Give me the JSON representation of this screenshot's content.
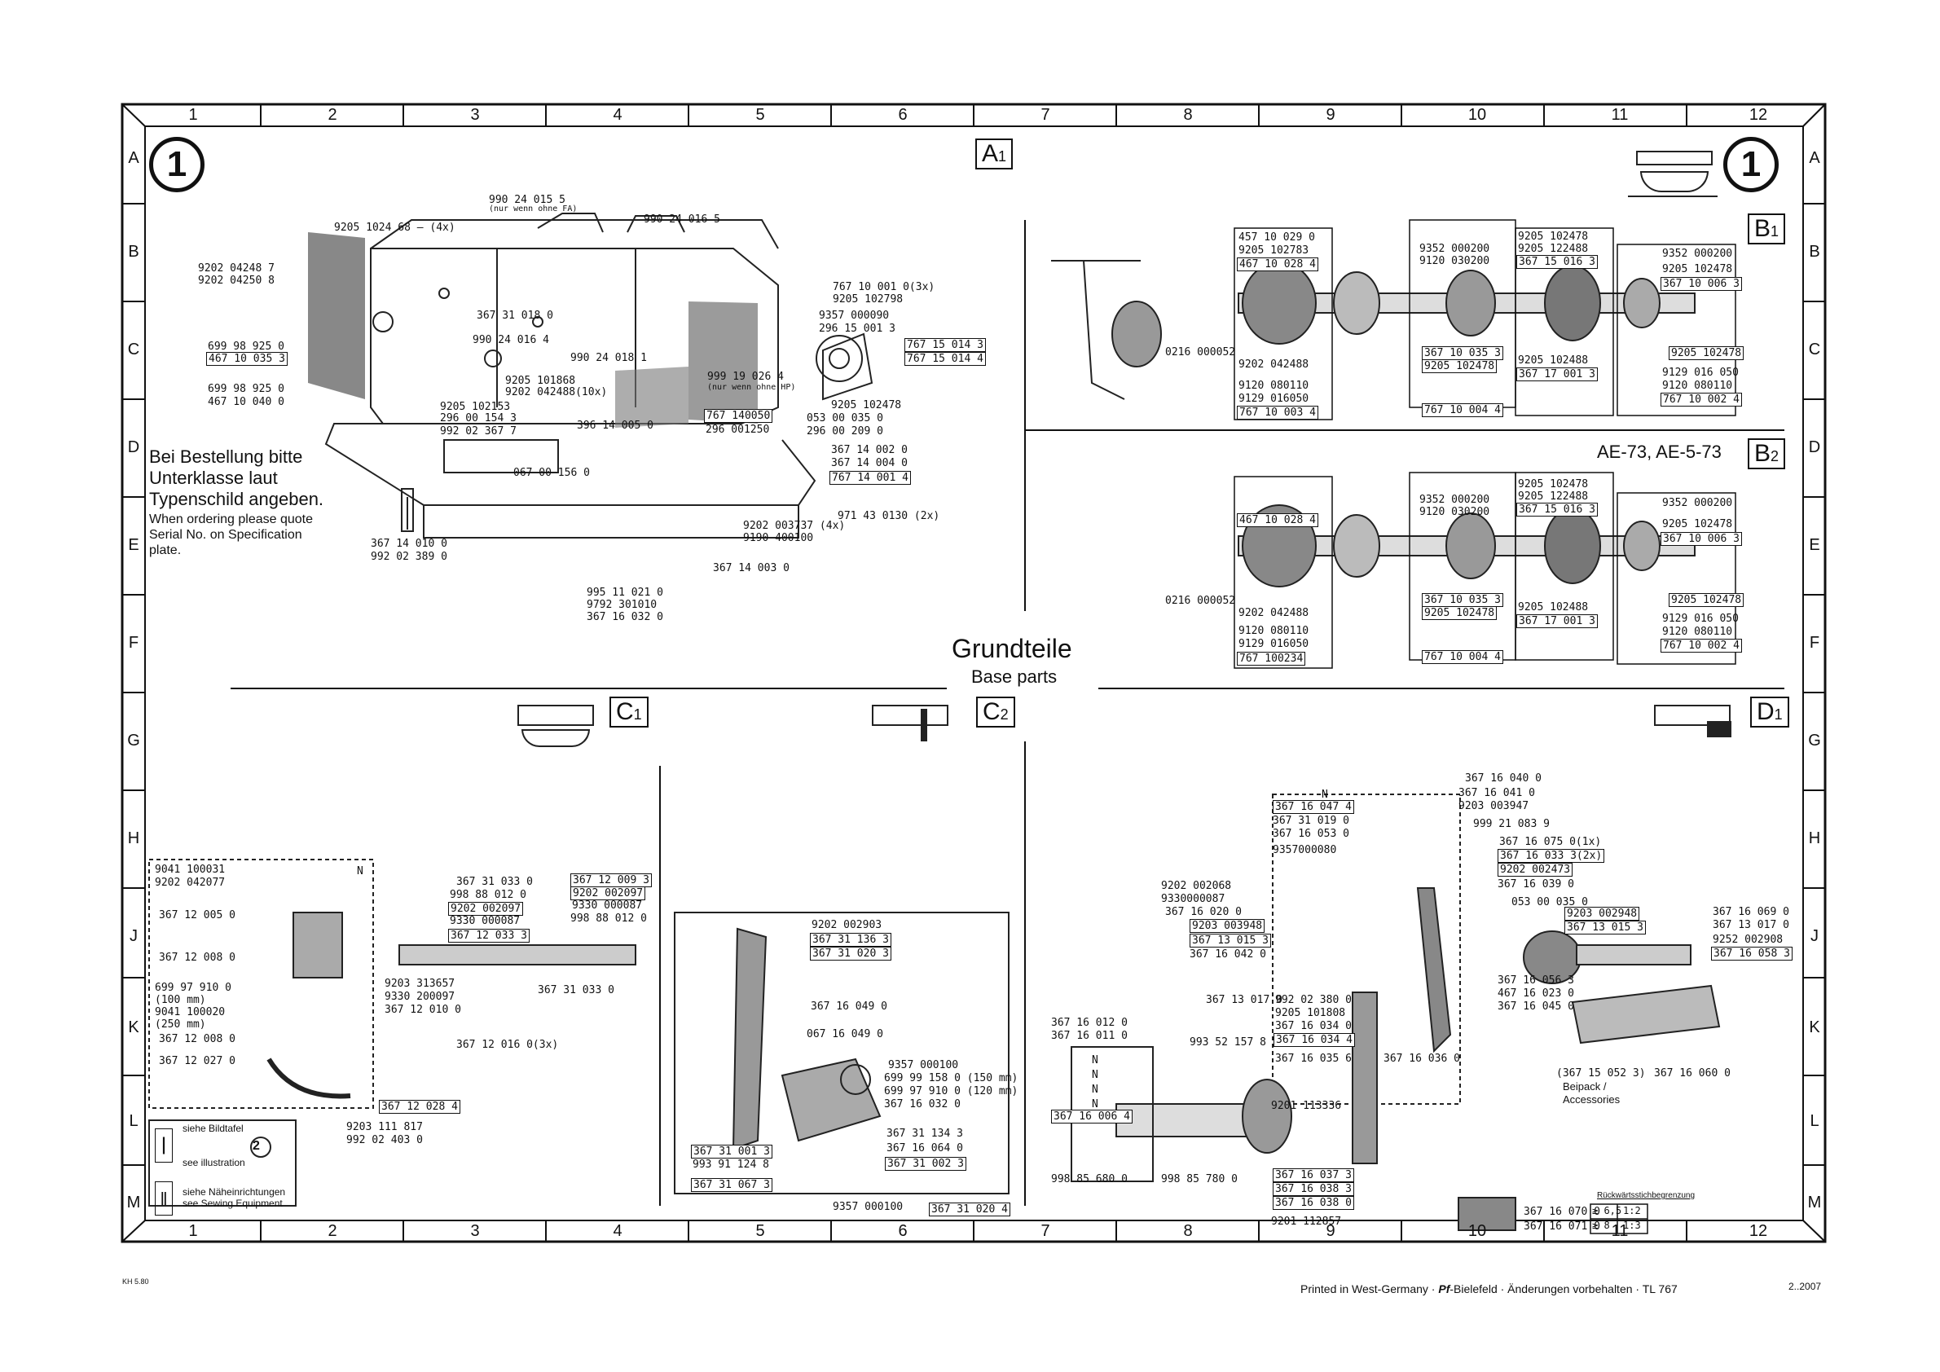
{
  "sheet": {
    "number": "1",
    "title_de": "Grundteile",
    "title_en": "Base parts",
    "columns": [
      "1",
      "2",
      "3",
      "4",
      "5",
      "6",
      "7",
      "8",
      "9",
      "10",
      "11",
      "12"
    ],
    "rows": [
      "A",
      "B",
      "C",
      "D",
      "E",
      "F",
      "G",
      "H",
      "J",
      "K",
      "L",
      "M"
    ],
    "footer": "Printed in West-Germany · ",
    "footer_logo": "Pf",
    "footer_rest": "-Bielefeld · Änderungen vorbehalten · TL 767",
    "footer_date": "2..2007",
    "corner_code": "KH 5.80",
    "order_note_de": [
      "Bei Bestellung bitte",
      "Unterklasse laut",
      "Typenschild angeben."
    ],
    "order_note_en": [
      "When ordering please quote",
      "Serial No. on Specification",
      "plate."
    ],
    "b2_models": "AE-73, AE-5-73"
  },
  "sections": {
    "a1": {
      "letter": "A",
      "sub": "1"
    },
    "b1": {
      "letter": "B",
      "sub": "1"
    },
    "b2": {
      "letter": "B",
      "sub": "2"
    },
    "c1": {
      "letter": "C",
      "sub": "1"
    },
    "c2": {
      "letter": "C",
      "sub": "2"
    },
    "d1": {
      "letter": "D",
      "sub": "1"
    }
  },
  "a1_labels": [
    "990 24 015 5",
    "(nur wenn ohne FA)",
    "9205 1024 68 — (4x)",
    "990 24 016 5",
    "9202 04248 7",
    "9202 04250 8",
    "699 98 925 0",
    "467 10 035 3",
    "699 98 925 0",
    "467 10 040 0",
    "367 31 018 0",
    "990 24 016 4",
    "990 24 018 1",
    "9205 101868",
    "9202 042488(10x)",
    "9205 102153",
    "296 00 154 3",
    "992 02 367 7",
    "767 10 001 0(3x)",
    "9205 102798",
    "9357 000090",
    "296 15 001 3",
    "767 15 014 3",
    "767 15 014 4",
    "999 19 026 4",
    "(nur wenn ohne HP)",
    "767 140050",
    "296 001250",
    "9205 102478",
    "053 00 035 0",
    "296 00 209 0",
    "396 14 005 0",
    "067 00 156 0",
    "367 14 002 0",
    "367 14 004 0",
    "767 14 001 4",
    "971 43 0130 (2x)",
    "9202 003737 (4x)",
    "9190 400100",
    "367 14 010 0",
    "992 02 389 0",
    "367 14 003 0",
    "995 11 021 0",
    "9792 301010",
    "367 16 032 0"
  ],
  "b1_labels": [
    "457 10 029 0",
    "9205 102783",
    "467 10 028 4",
    "9352 000200",
    "9120 030200",
    "9205 102478",
    "9205 122488",
    "367 15 016 3",
    "9352 000200",
    "9205 102478",
    "367 10 006 3",
    "0216 000052",
    "367 10 035 3",
    "9205 102478",
    "9205 102488",
    "367 17 001 3",
    "9205 102478",
    "9129 016 050",
    "9120 080110",
    "767 10 002 4",
    "9202 042488",
    "9120 080110",
    "9129 016050",
    "767 10 003 4",
    "767 10 004 4"
  ],
  "b2_labels": [
    "467 10 028 4",
    "9352 000200",
    "9120 030200",
    "9205 102478",
    "9205 122488",
    "367 15 016 3",
    "9352 000200",
    "9205 102478",
    "367 10 006 3",
    "0216 000052",
    "9202 042488",
    "367 10 035 3",
    "9205 102478",
    "9205 102488",
    "367 17 001 3",
    "9205 102478",
    "9129 016 050",
    "9120 080110",
    "767 10 002 4",
    "9120 080110",
    "9129 016050",
    "767 100234",
    "767 10 004 4"
  ],
  "c1_labels": [
    "9041 100031",
    "9202 042077",
    "367 12 005 0",
    "367 12 008 0",
    "699 97 910 0",
    "(100 mm)",
    "9041 100020",
    "(250 mm)",
    "367 12 008 0",
    "367 12 027 0",
    "N",
    "367 31 033 0",
    "998 88 012 0",
    "9202 002097",
    "9330 000087",
    "367 12 033 3",
    "367 12 009 3",
    "9202 002097",
    "9330 000087",
    "998 88 012 0",
    "9203 313657",
    "9330 200097",
    "367 12 010 0",
    "367 31 033 0",
    "367 12 016 0(3x)",
    "367 12 028 4",
    "9203 111 817",
    "992 02 403 0"
  ],
  "c1_legend": {
    "ill_de": "siehe Bildtafel",
    "ill_num": "2",
    "ill_en": "see illustration",
    "sew_de": "siehe Näheinrichtungen",
    "sew_en": "see Sewing Equipment"
  },
  "c2_labels": [
    "9202 002903",
    "367 31 136 3",
    "367 31 020 3",
    "367 16 049 0",
    "067 16 049 0",
    "9357 000100",
    "699 99 158 0 (150 mm)",
    "699 97 910 0 (120 mm)",
    "367 16 032 0",
    "367 31 134 3",
    "367 31 001 3",
    "993 91 124 8",
    "367 16 064 0",
    "367 31 002 3",
    "367 31 067 3",
    "9357 000100",
    "367 31 020 4"
  ],
  "d1_labels": [
    "367 16 040 0",
    "N",
    "367 16 047 4",
    "367 16 041 0",
    "9203 003947",
    "367 31 019 0",
    "999 21 083 9",
    "367 16 053 0",
    "9357000080",
    "367 16 075 0(1x)",
    "367 16 033 3(2x)",
    "9202 002473",
    "9202 002068",
    "9330000087",
    "367 16 039 0",
    "053 00 035 0",
    "9203 002948",
    "367 13 015 3",
    "367 16 020 0",
    "9203 003948",
    "367 16 069 0",
    "367 13 017 0",
    "367 13 015 3",
    "9252 002908",
    "367 16 058 3",
    "367 16 042 0",
    "367 16 056 3",
    "467 16 023 0",
    "367 16 045 0",
    "367 13 017 0",
    "992 02 380 0",
    "9205 101808",
    "367 16 034 0",
    "367 16 034 4",
    "367 16 035 6",
    "367 16 036 0",
    "367 16 012 0",
    "367 16 011 0",
    "993 52 157 8",
    "N",
    "N",
    "N",
    "N",
    "367 16 006 4",
    "9201 113336",
    "998 85 680 0",
    "998 85 780 0",
    "367 16 037 3",
    "367 16 038 3",
    "367 16 038 0",
    "9201 112857",
    "367 16 070 0",
    "367 16 071 0",
    "(367 15 052 3)",
    "367 16 060 0",
    "Beipack /",
    "Accessories"
  ],
  "d1_table": {
    "title": "Rückwärtsstichbegrenzung",
    "rows": [
      [
        "≥ 6,5",
        "1:2"
      ],
      [
        "≥ 8",
        "1:3"
      ]
    ]
  }
}
